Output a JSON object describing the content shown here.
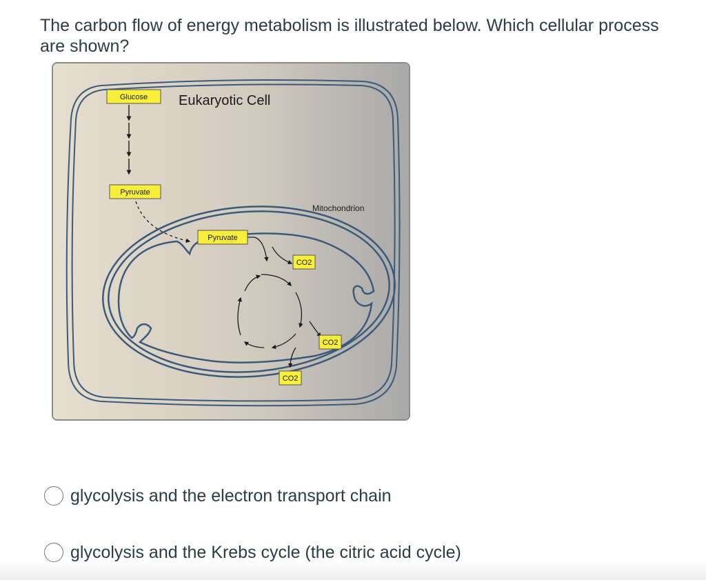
{
  "question": {
    "line1": "The carbon flow of energy metabolism is illustrated below. Which cellular process",
    "line2": "are shown?"
  },
  "figure": {
    "cell_title": "Eukaryotic Cell",
    "glucose_label": "Glucose",
    "pyruvate_label": "Pyruvate",
    "mito_pyruvate_label": "Pyruvate",
    "mitochondrion_label": "Mitochondrion",
    "co2_label_a": "CO2",
    "co2_label_b": "CO2",
    "co2_label_c": "CO2",
    "colors": {
      "cell_outline": "#3b5a7a",
      "label_fill": "#f7ef3a",
      "background_left": "#e6dece",
      "background_right": "#a9a9a9"
    }
  },
  "choices": [
    {
      "label": "glycolysis and the electron transport chain"
    },
    {
      "label": "glycolysis and the Krebs cycle (the citric acid cycle)"
    }
  ]
}
